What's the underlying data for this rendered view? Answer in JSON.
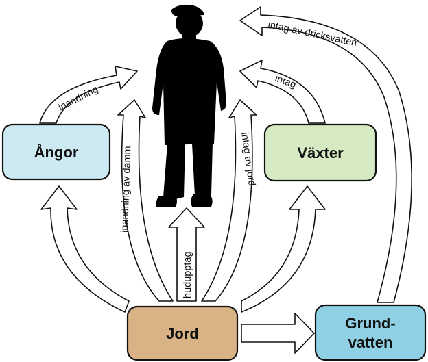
{
  "boxes": {
    "angor": {
      "label": "Ångor",
      "color": "#cdeaf2"
    },
    "vaxter": {
      "label": "Växter",
      "color": "#d6ebc4"
    },
    "jord": {
      "label": "Jord",
      "color": "#d9b385"
    },
    "grundvatten": {
      "line1": "Grund-",
      "line2": "vatten",
      "color": "#8fd0e4"
    }
  },
  "arrows": {
    "inandning": "inandning",
    "inandning_av_damm": "inandning av damm",
    "hudupptag": "hudupptag",
    "intag_av_jord": "intag av jord",
    "intag": "intag",
    "intag_av_dricksvatten": "intag av dricksvatten"
  },
  "figure": {
    "type": "person-silhouette",
    "color": "#000000"
  }
}
